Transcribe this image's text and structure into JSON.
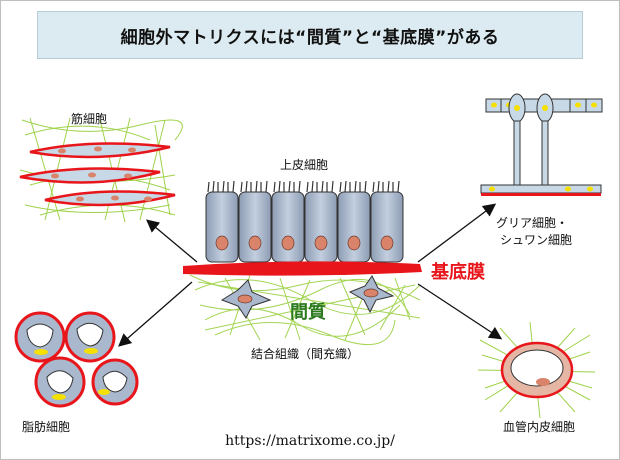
{
  "title": "細胞外マトリクスには“間質”と“基底膜”がある",
  "labels": {
    "muscle": "筋細胞",
    "epithelial": "上皮細胞",
    "glia_line1": "グリア細胞・",
    "glia_line2": "シュワン細胞",
    "basement_membrane": "基底膜",
    "interstitium": "間質",
    "connective_tissue": "結合組織（間充織）",
    "adipocyte": "脂肪細胞",
    "endothelial": "血管内皮細胞"
  },
  "footer": {
    "url": "https://matrixome.co.jp/"
  },
  "colors": {
    "basement_membrane": "#e8151b",
    "interstitium_text": "#2b7a1f",
    "matrix_fibers": "#9fd24a",
    "cell_fill": "#a9b8cd",
    "nucleus": "#d9836a",
    "title_bg": "#dcebf1"
  }
}
